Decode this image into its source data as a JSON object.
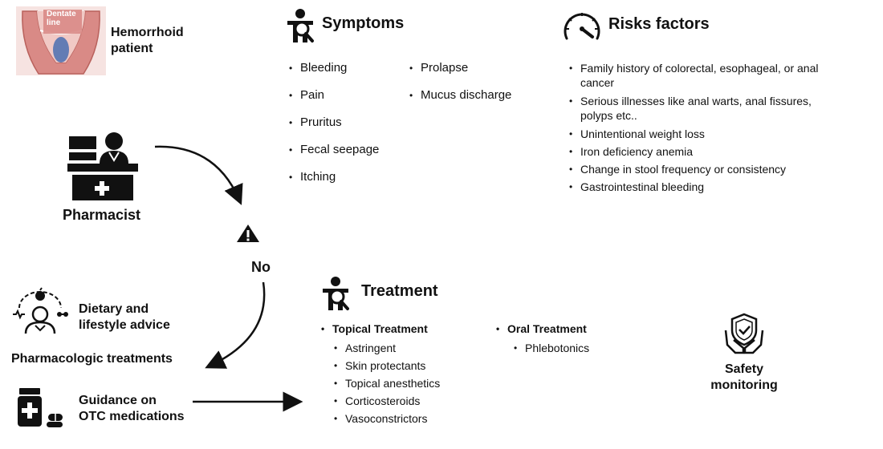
{
  "patient": {
    "illustration_text": "Dentate\nline",
    "label": "Hemorrhoid\npatient"
  },
  "pharmacist": {
    "label": "Pharmacist"
  },
  "warning": {
    "decision": "No"
  },
  "symptoms": {
    "title": "Symptoms",
    "col1": [
      "Bleeding",
      "Pain",
      "Pruritus",
      "Fecal seepage",
      "Itching"
    ],
    "col2": [
      "Prolapse",
      "Mucus discharge"
    ]
  },
  "risks": {
    "title": "Risks factors",
    "items": [
      "Family history of colorectal, esophageal, or anal cancer",
      "Serious illnesses like anal warts, anal fissures, polyps etc..",
      "Unintentional weight loss",
      "Iron deficiency anemia",
      "Change in stool frequency or consistency",
      "Gastrointestinal bleeding"
    ]
  },
  "left": {
    "dietary_label": "Dietary and\nlifestyle advice",
    "pharmacologic_label": "Pharmacologic treatments",
    "guidance_label": "Guidance on\nOTC medications"
  },
  "treatment": {
    "title": "Treatment",
    "topical": {
      "title": "Topical Treatment",
      "items": [
        "Astringent",
        "Skin protectants",
        "Topical anesthetics",
        "Corticosteroids",
        "Vasoconstrictors"
      ]
    },
    "oral": {
      "title": "Oral Treatment",
      "items": [
        "Phlebotonics"
      ]
    }
  },
  "safety": {
    "label": "Safety\nmonitoring"
  },
  "colors": {
    "ink": "#111111",
    "illustration_red": "#d98a86",
    "illustration_blue": "#4a6fb0"
  }
}
